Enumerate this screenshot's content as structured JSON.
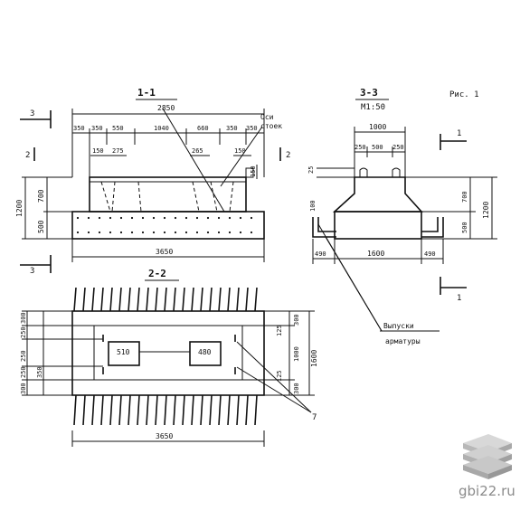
{
  "titles": {
    "section_1_1": "1-1",
    "section_2_2": "2-2",
    "section_3_3": "3-3",
    "scale": "М1:50",
    "figure": "Рис. 1"
  },
  "section_marks": {
    "mark_3": "3",
    "mark_2": "2",
    "mark_1": "1"
  },
  "labels": {
    "axes_of_posts_line1": "Оси",
    "axes_of_posts_line2": "стоек",
    "rebar_outlets_line1": "Выпуски",
    "rebar_outlets_line2": "арматуры",
    "callout_7": "7"
  },
  "dims_1_1": {
    "total_top": "2850",
    "top_row": [
      "350",
      "350",
      "550",
      "1040",
      "660",
      "350",
      "350"
    ],
    "d150_left": "150",
    "d275": "275",
    "d265": "265",
    "d150_right": "150",
    "d150_vert": "150",
    "height_total": "1200",
    "height_700": "700",
    "height_500": "500",
    "bottom": "3650"
  },
  "dims_2_2": {
    "left_col": [
      "300",
      "250",
      "250",
      "250",
      "300"
    ],
    "left_350": "350",
    "box_left": "510",
    "box_right": "480",
    "right_300_top": "300",
    "right_125_top": "125",
    "right_1000": "1000",
    "right_1600": "1600",
    "right_300_bot": "300",
    "right_125_bot": "125",
    "bottom": "3650"
  },
  "dims_3_3": {
    "top_1000": "1000",
    "top_row": [
      "250",
      "500",
      "250"
    ],
    "d25": "25",
    "d100": "100",
    "height_700": "700",
    "height_500": "500",
    "height_1200": "1200",
    "bottom_row": [
      "490",
      "1600",
      "490"
    ]
  },
  "watermark": {
    "site": "gbi22.ru"
  }
}
